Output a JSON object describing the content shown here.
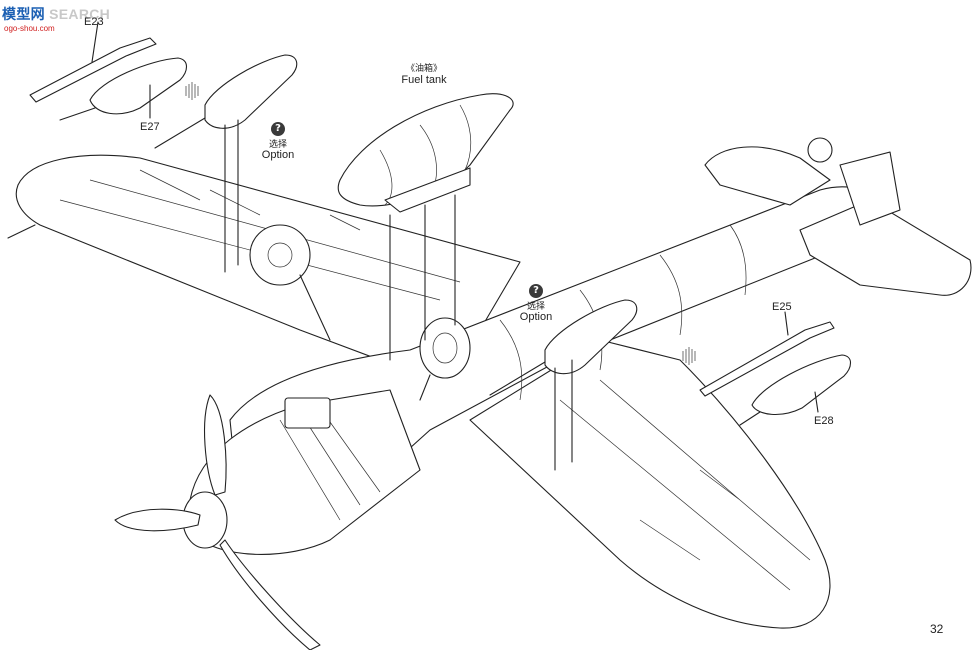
{
  "watermark": {
    "brand_cn": "模",
    "brand_highlight": "型",
    "brand_cn_tail": "网",
    "brand_en": "SEARCH",
    "url": "ogo-shou.com"
  },
  "callouts": {
    "e23": "E23",
    "e27": "E27",
    "e25": "E25",
    "e28": "E28"
  },
  "fuel_tank": {
    "label_cn": "《油箱》",
    "label_en": "Fuel tank"
  },
  "options": [
    {
      "icon": "?",
      "label_cn": "选择",
      "label_en": "Option"
    },
    {
      "icon": "?",
      "label_cn": "选择",
      "label_en": "Option"
    }
  ],
  "page_number": "32",
  "icons": [
    "shading-indicator-icon",
    "option-question-icon"
  ]
}
